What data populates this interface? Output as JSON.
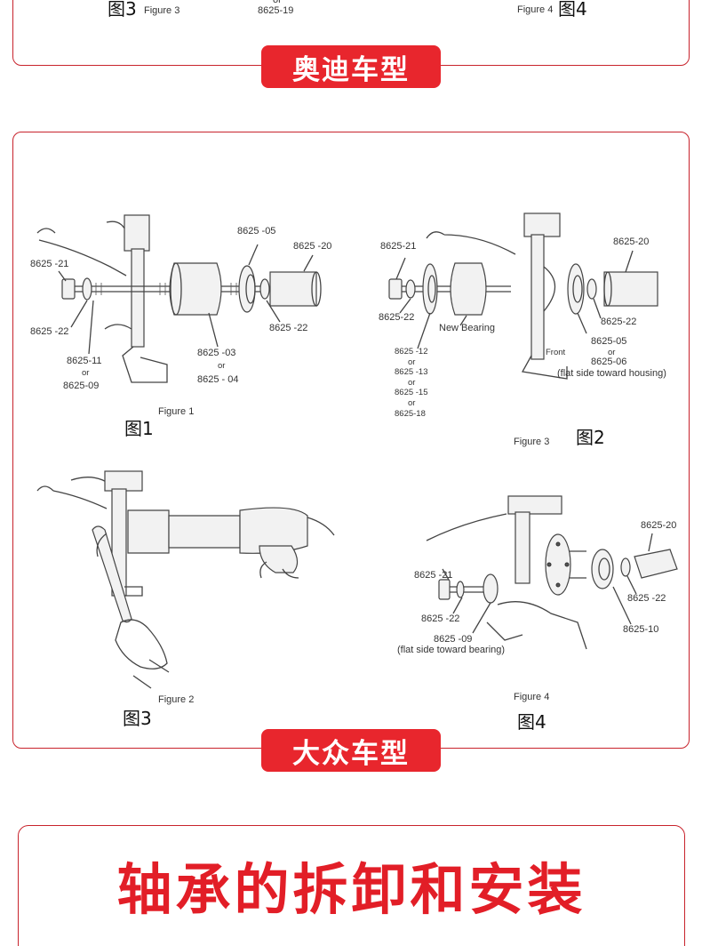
{
  "top_section": {
    "fig3_cn": "图3",
    "fig3_en": "Figure 3",
    "or_label": "or",
    "part_label": "8625-19",
    "fig4_en": "Figure 4",
    "fig4_cn": "图4"
  },
  "audi_badge": "奥迪车型",
  "vw_badge": "大众车型",
  "figure1": {
    "caption_en": "Figure 1",
    "caption_cn": "图1",
    "labels": [
      "8625 -05",
      "8625 -20",
      "8625 -21",
      "8625 -22",
      "8625 -22",
      "8625-11",
      "or",
      "8625-09",
      "8625 -03",
      "or",
      "8625 - 04"
    ]
  },
  "figure2": {
    "caption_en": "Figure 3",
    "caption_cn": "图2",
    "labels": [
      "8625-21",
      "8625-20",
      "8625-22",
      "New Bearing",
      "8625-22",
      "8625 -12",
      "or",
      "8625 -13",
      "or",
      "8625 -15",
      "or",
      "8625-18",
      "Front",
      "8625-05",
      "or",
      "8625-06",
      "(flat side toward housing)"
    ]
  },
  "figure3": {
    "caption_en": "Figure 2",
    "caption_cn": "图3"
  },
  "figure4": {
    "caption_en": "Figure 4",
    "caption_cn": "图4",
    "labels": [
      "8625-20",
      "8625 -21",
      "8625 -22",
      "8625 -22",
      "8625-10",
      "8625 -09",
      "(flat side toward bearing)"
    ]
  },
  "bottom_title": "轴承的拆卸和安装",
  "colors": {
    "accent_red": "#e8262d",
    "border_red": "#c8232c",
    "title_red": "#e21e27"
  }
}
